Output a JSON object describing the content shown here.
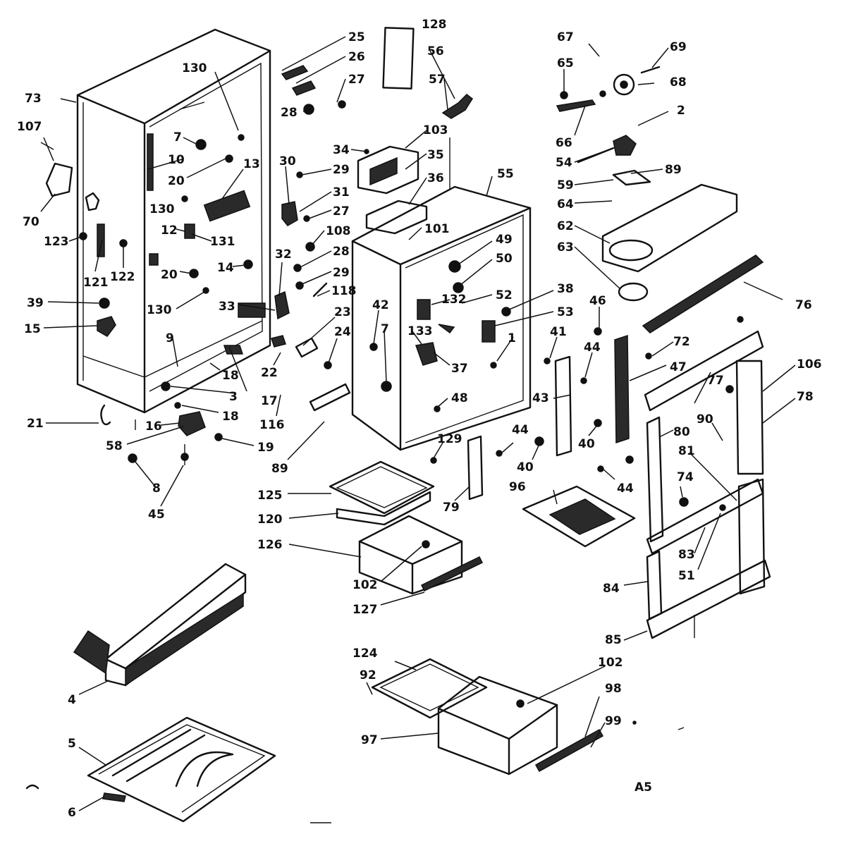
{
  "sheet_code": "A5",
  "callouts": [
    {
      "id": "c128",
      "text": "128"
    },
    {
      "id": "c25",
      "text": "25"
    },
    {
      "id": "c26",
      "text": "26"
    },
    {
      "id": "c27a",
      "text": "27"
    },
    {
      "id": "c28a",
      "text": "28"
    },
    {
      "id": "c56",
      "text": "56"
    },
    {
      "id": "c57",
      "text": "57"
    },
    {
      "id": "c103",
      "text": "103"
    },
    {
      "id": "c67",
      "text": "67"
    },
    {
      "id": "c69",
      "text": "69"
    },
    {
      "id": "c65",
      "text": "65"
    },
    {
      "id": "c68",
      "text": "68"
    },
    {
      "id": "c2",
      "text": "2"
    },
    {
      "id": "c66",
      "text": "66"
    },
    {
      "id": "c54",
      "text": "54"
    },
    {
      "id": "c89a",
      "text": "89"
    },
    {
      "id": "c59",
      "text": "59"
    },
    {
      "id": "c64",
      "text": "64"
    },
    {
      "id": "c62",
      "text": "62"
    },
    {
      "id": "c63",
      "text": "63"
    },
    {
      "id": "c76",
      "text": "76"
    },
    {
      "id": "c73",
      "text": "73"
    },
    {
      "id": "c130a",
      "text": "130"
    },
    {
      "id": "c107",
      "text": "107"
    },
    {
      "id": "c7a",
      "text": "7"
    },
    {
      "id": "c10",
      "text": "10"
    },
    {
      "id": "c20a",
      "text": "20"
    },
    {
      "id": "c13",
      "text": "13"
    },
    {
      "id": "c130b",
      "text": "130"
    },
    {
      "id": "c70",
      "text": "70"
    },
    {
      "id": "c123",
      "text": "123"
    },
    {
      "id": "c12",
      "text": "12"
    },
    {
      "id": "c131",
      "text": "131"
    },
    {
      "id": "c121",
      "text": "121"
    },
    {
      "id": "c122",
      "text": "122"
    },
    {
      "id": "c20b",
      "text": "20"
    },
    {
      "id": "c14",
      "text": "14"
    },
    {
      "id": "c39",
      "text": "39"
    },
    {
      "id": "c130c",
      "text": "130"
    },
    {
      "id": "c15",
      "text": "15"
    },
    {
      "id": "c9",
      "text": "9"
    },
    {
      "id": "c34",
      "text": "34"
    },
    {
      "id": "c35",
      "text": "35"
    },
    {
      "id": "c36",
      "text": "36"
    },
    {
      "id": "c30",
      "text": "30"
    },
    {
      "id": "c29a",
      "text": "29"
    },
    {
      "id": "c31",
      "text": "31"
    },
    {
      "id": "c27b",
      "text": "27"
    },
    {
      "id": "c108",
      "text": "108"
    },
    {
      "id": "c28b",
      "text": "28"
    },
    {
      "id": "c32",
      "text": "32"
    },
    {
      "id": "c29b",
      "text": "29"
    },
    {
      "id": "c118",
      "text": "118"
    },
    {
      "id": "c33",
      "text": "33"
    },
    {
      "id": "c23",
      "text": "23"
    },
    {
      "id": "c24",
      "text": "24"
    },
    {
      "id": "c55",
      "text": "55"
    },
    {
      "id": "c101",
      "text": "101"
    },
    {
      "id": "c49",
      "text": "49"
    },
    {
      "id": "c50",
      "text": "50"
    },
    {
      "id": "c52",
      "text": "52"
    },
    {
      "id": "c132",
      "text": "132"
    },
    {
      "id": "c42",
      "text": "42"
    },
    {
      "id": "c133",
      "text": "133"
    },
    {
      "id": "c7b",
      "text": "7"
    },
    {
      "id": "c37",
      "text": "37"
    },
    {
      "id": "c48",
      "text": "48"
    },
    {
      "id": "c38",
      "text": "38"
    },
    {
      "id": "c53",
      "text": "53"
    },
    {
      "id": "c1",
      "text": "1"
    },
    {
      "id": "c46",
      "text": "46"
    },
    {
      "id": "c72",
      "text": "72"
    },
    {
      "id": "c41",
      "text": "41"
    },
    {
      "id": "c44a",
      "text": "44"
    },
    {
      "id": "c47",
      "text": "47"
    },
    {
      "id": "c106",
      "text": "106"
    },
    {
      "id": "c77",
      "text": "77"
    },
    {
      "id": "c78",
      "text": "78"
    },
    {
      "id": "c43",
      "text": "43"
    },
    {
      "id": "c90",
      "text": "90"
    },
    {
      "id": "c40a",
      "text": "40"
    },
    {
      "id": "c80",
      "text": "80"
    },
    {
      "id": "c81",
      "text": "81"
    },
    {
      "id": "c44b",
      "text": "44"
    },
    {
      "id": "c40b",
      "text": "40"
    },
    {
      "id": "c44c",
      "text": "44"
    },
    {
      "id": "c74",
      "text": "74"
    },
    {
      "id": "c18a",
      "text": "18"
    },
    {
      "id": "c22",
      "text": "22"
    },
    {
      "id": "c17",
      "text": "17"
    },
    {
      "id": "c3",
      "text": "3"
    },
    {
      "id": "c18b",
      "text": "18"
    },
    {
      "id": "c116",
      "text": "116"
    },
    {
      "id": "c21",
      "text": "21"
    },
    {
      "id": "c16",
      "text": "16"
    },
    {
      "id": "c58",
      "text": "58"
    },
    {
      "id": "c19",
      "text": "19"
    },
    {
      "id": "c89b",
      "text": "89"
    },
    {
      "id": "c129",
      "text": "129"
    },
    {
      "id": "c79",
      "text": "79"
    },
    {
      "id": "c96",
      "text": "96"
    },
    {
      "id": "c8",
      "text": "8"
    },
    {
      "id": "c45",
      "text": "45"
    },
    {
      "id": "c125",
      "text": "125"
    },
    {
      "id": "c120",
      "text": "120"
    },
    {
      "id": "c126",
      "text": "126"
    },
    {
      "id": "c102a",
      "text": "102"
    },
    {
      "id": "c127",
      "text": "127"
    },
    {
      "id": "c83",
      "text": "83"
    },
    {
      "id": "c51",
      "text": "51"
    },
    {
      "id": "c84",
      "text": "84"
    },
    {
      "id": "c85",
      "text": "85"
    },
    {
      "id": "c124",
      "text": "124"
    },
    {
      "id": "c102b",
      "text": "102"
    },
    {
      "id": "c92",
      "text": "92"
    },
    {
      "id": "c98",
      "text": "98"
    },
    {
      "id": "c99",
      "text": "99"
    },
    {
      "id": "c97",
      "text": "97"
    },
    {
      "id": "c4",
      "text": "4"
    },
    {
      "id": "c5",
      "text": "5"
    },
    {
      "id": "c6",
      "text": "6"
    }
  ]
}
